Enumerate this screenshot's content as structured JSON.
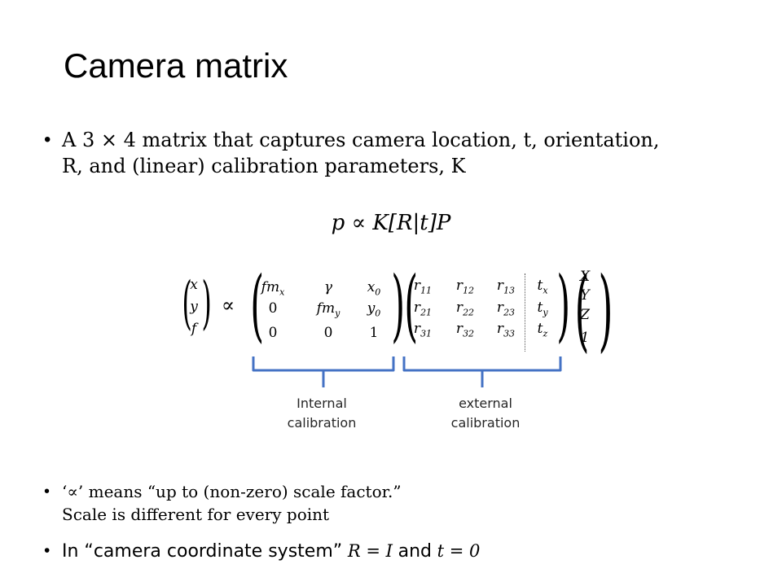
{
  "title": "Camera matrix",
  "bullets": {
    "b1_line1": "A 3 × 4 matrix that captures camera location, t, orientation,",
    "b1_line2": "R, and (linear) calibration parameters, K",
    "b2_line1": "‘∝’ means “up to (non-zero) scale factor.”",
    "b2_line2": "Scale is different for every point",
    "b3_prefix": "In “camera coordinate system”",
    "b3_math1": "R = I",
    "b3_and": "and",
    "b3_math2": "t = 0"
  },
  "equation": "p ∝ K[R|t]P",
  "matrix": {
    "lhs": [
      "x",
      "y",
      "f"
    ],
    "propto": "∝",
    "K": [
      [
        "fmₓ",
        "γ",
        "x₀"
      ],
      [
        "0",
        "fm_y",
        "y₀"
      ],
      [
        "0",
        "0",
        "1"
      ]
    ],
    "R": [
      [
        "r₁₁",
        "r₁₂",
        "r₁₃"
      ],
      [
        "r₂₁",
        "r₂₂",
        "r₂₃"
      ],
      [
        "r₃₁",
        "r₃₂",
        "r₃₃"
      ]
    ],
    "t": [
      "tₓ",
      "t_y",
      "t_z"
    ],
    "P": [
      "X",
      "Y",
      "Z",
      "1"
    ]
  },
  "labels": {
    "internal_1": "Internal",
    "internal_2": "calibration",
    "external_1": "external",
    "external_2": "calibration"
  },
  "colors": {
    "brace": "#4472c4",
    "text": "#000000"
  }
}
